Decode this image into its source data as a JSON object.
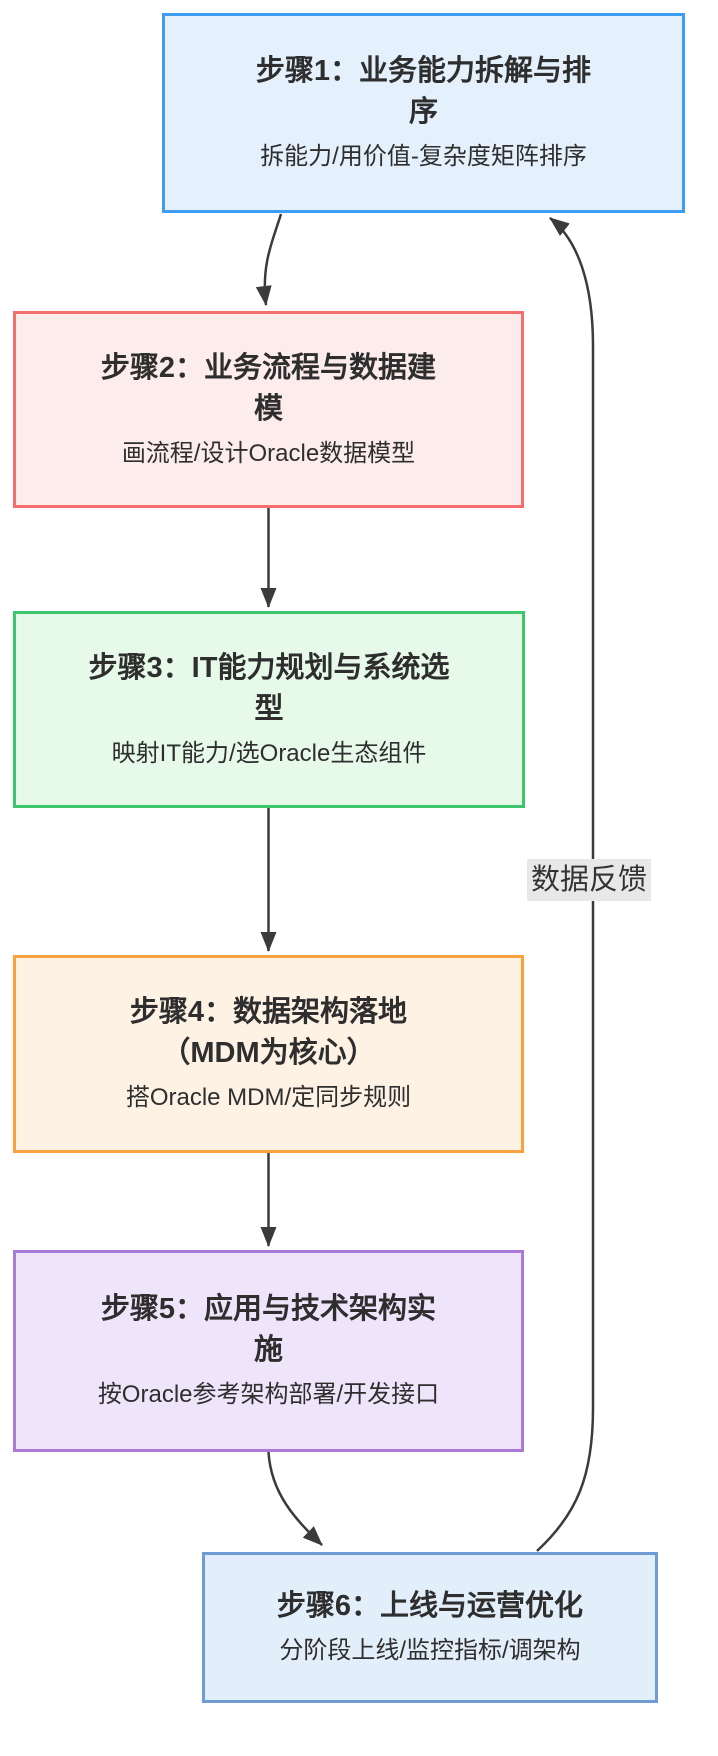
{
  "diagram": {
    "type": "flowchart",
    "direction": "top-down",
    "edge_color": "#3b3b3b",
    "edge_label_background": "#e8e8e8",
    "text_color": "#2e2e2e",
    "nodes": [
      {
        "id": "step1",
        "title_line1": "步骤1：业务能力拆解与排",
        "title_line2": "序",
        "subtitle": "拆能力/用价值-复杂度矩阵排序",
        "border_color": "#3e9df3",
        "fill_color": "#e4f1fd"
      },
      {
        "id": "step2",
        "title_line1": "步骤2：业务流程与数据建",
        "title_line2": "模",
        "subtitle": "画流程/设计Oracle数据模型",
        "border_color": "#f56e6e",
        "fill_color": "#fdecec"
      },
      {
        "id": "step3",
        "title_line1": "步骤3：IT能力规划与系统选",
        "title_line2": "型",
        "subtitle": "映射IT能力/选Oracle生态组件",
        "border_color": "#3ec66d",
        "fill_color": "#e7fae9"
      },
      {
        "id": "step4",
        "title_line1": "步骤4：数据架构落地",
        "title_line2": "（MDM为核心）",
        "subtitle": "搭Oracle MDM/定同步规则",
        "border_color": "#f9a13c",
        "fill_color": "#fdf2e4"
      },
      {
        "id": "step5",
        "title_line1": "步骤5：应用与技术架构实",
        "title_line2": "施",
        "subtitle": "按Oracle参考架构部署/开发接口",
        "border_color": "#a97ad8",
        "fill_color": "#eee5fb"
      },
      {
        "id": "step6",
        "title_line1": "步骤6：上线与运营优化",
        "title_line2": "",
        "subtitle": "分阶段上线/监控指标/调架构",
        "border_color": "#6f9cd4",
        "fill_color": "#e3eefb"
      }
    ],
    "edges": [
      {
        "from": "step1",
        "to": "step2",
        "label": ""
      },
      {
        "from": "step2",
        "to": "step3",
        "label": ""
      },
      {
        "from": "step3",
        "to": "step4",
        "label": ""
      },
      {
        "from": "step4",
        "to": "step5",
        "label": ""
      },
      {
        "from": "step5",
        "to": "step6",
        "label": ""
      },
      {
        "from": "step6",
        "to": "step1",
        "label": "数据反馈"
      }
    ],
    "feedback_edge_label": "数据反馈"
  }
}
